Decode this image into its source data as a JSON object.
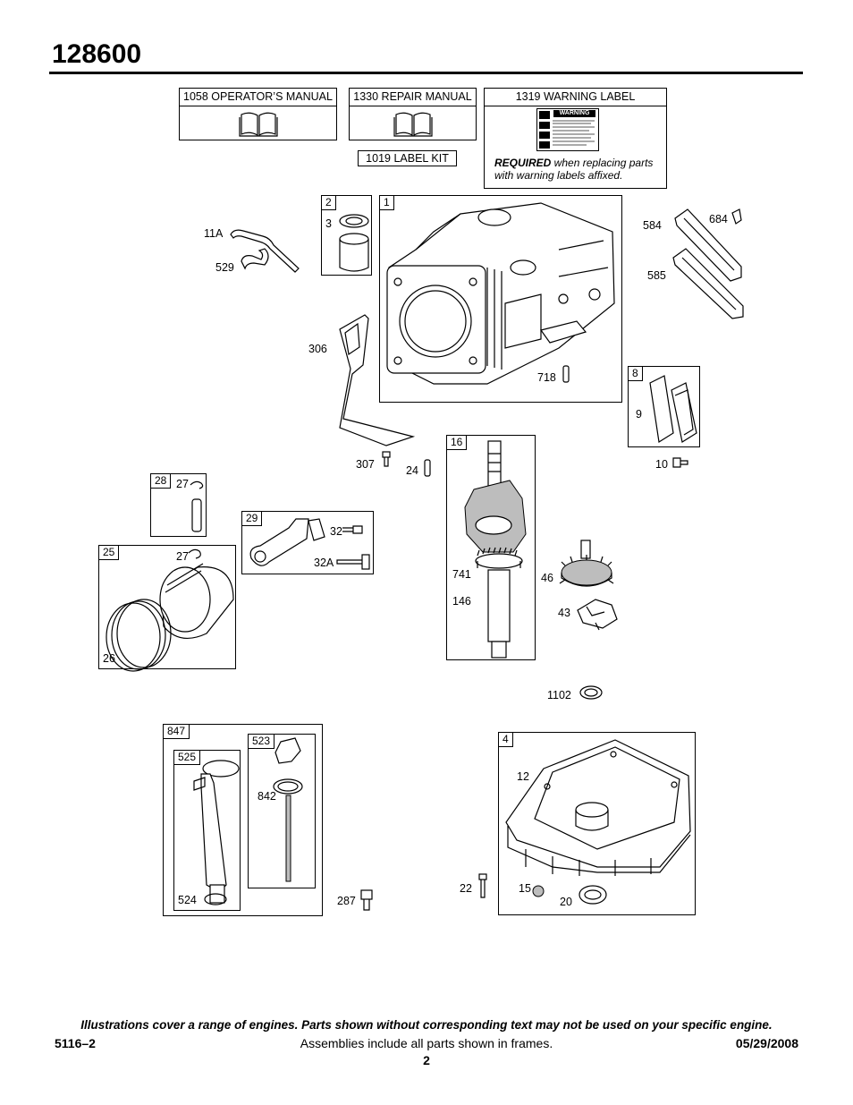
{
  "header": {
    "model": "128600"
  },
  "manuals": {
    "operators": "1058 OPERATOR’S MANUAL",
    "repair": "1330 REPAIR MANUAL",
    "label_kit": "1019 LABEL KIT",
    "warning": {
      "title": "1319 WARNING LABEL",
      "sticker_heading": "WARNING",
      "req_bold": "REQUIRED",
      "req_rest": " when replacing parts",
      "req_line2": "with warning labels affixed."
    }
  },
  "frames": {
    "f1": "1",
    "f2": "2",
    "f8": "8",
    "f16": "16",
    "f28": "28",
    "f29": "29",
    "f25": "25",
    "f847": "847",
    "f525": "525",
    "f523": "523",
    "f4": "4"
  },
  "parts": {
    "p11A": "11A",
    "p529": "529",
    "p3": "3",
    "p584": "584",
    "p684": "684",
    "p585": "585",
    "p306": "306",
    "p718": "718",
    "p9": "9",
    "p10": "10",
    "p307": "307",
    "p24": "24",
    "p27a": "27",
    "p27b": "27",
    "p32": "32",
    "p32A": "32A",
    "p26": "26",
    "p741": "741",
    "p146": "146",
    "p46": "46",
    "p43": "43",
    "p1102": "1102",
    "p12": "12",
    "p842": "842",
    "p524": "524",
    "p287": "287",
    "p22": "22",
    "p15": "15",
    "p20": "20"
  },
  "footer": {
    "note": "Illustrations cover a range of engines. Parts shown without corresponding text may not be used on your specific engine.",
    "doc_id": "5116–2",
    "assemblies": "Assemblies include all parts shown in frames.",
    "date": "05/29/2008",
    "page": "2"
  }
}
